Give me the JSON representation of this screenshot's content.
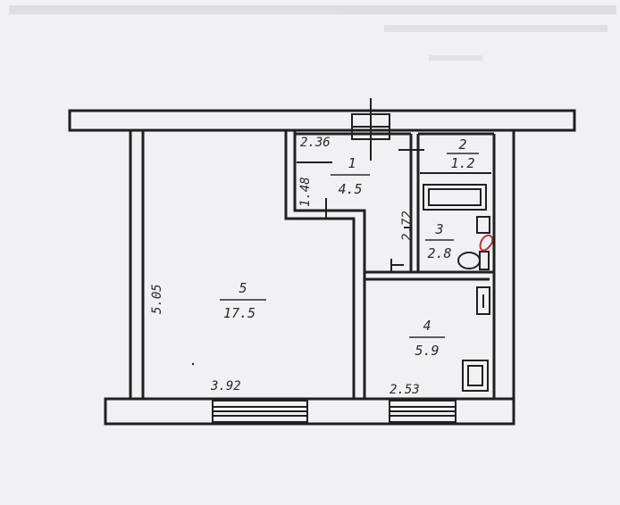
{
  "rooms": [
    {
      "number": "1",
      "area": "4.5"
    },
    {
      "number": "2",
      "area": "1.2"
    },
    {
      "number": "3",
      "area": "2.8"
    },
    {
      "number": "4",
      "area": "5.9"
    },
    {
      "number": "5",
      "area": "17.5"
    }
  ],
  "dimensions": {
    "hall_width": "2.36",
    "hall_depth": "1.48",
    "bath_length": "2.72",
    "living_height": "5.05",
    "living_width": "3.92",
    "kitchen_width": "2.53"
  },
  "colors": {
    "paper": "#f1f1f3",
    "ink": "#202020",
    "red_mark": "#c0303a"
  }
}
